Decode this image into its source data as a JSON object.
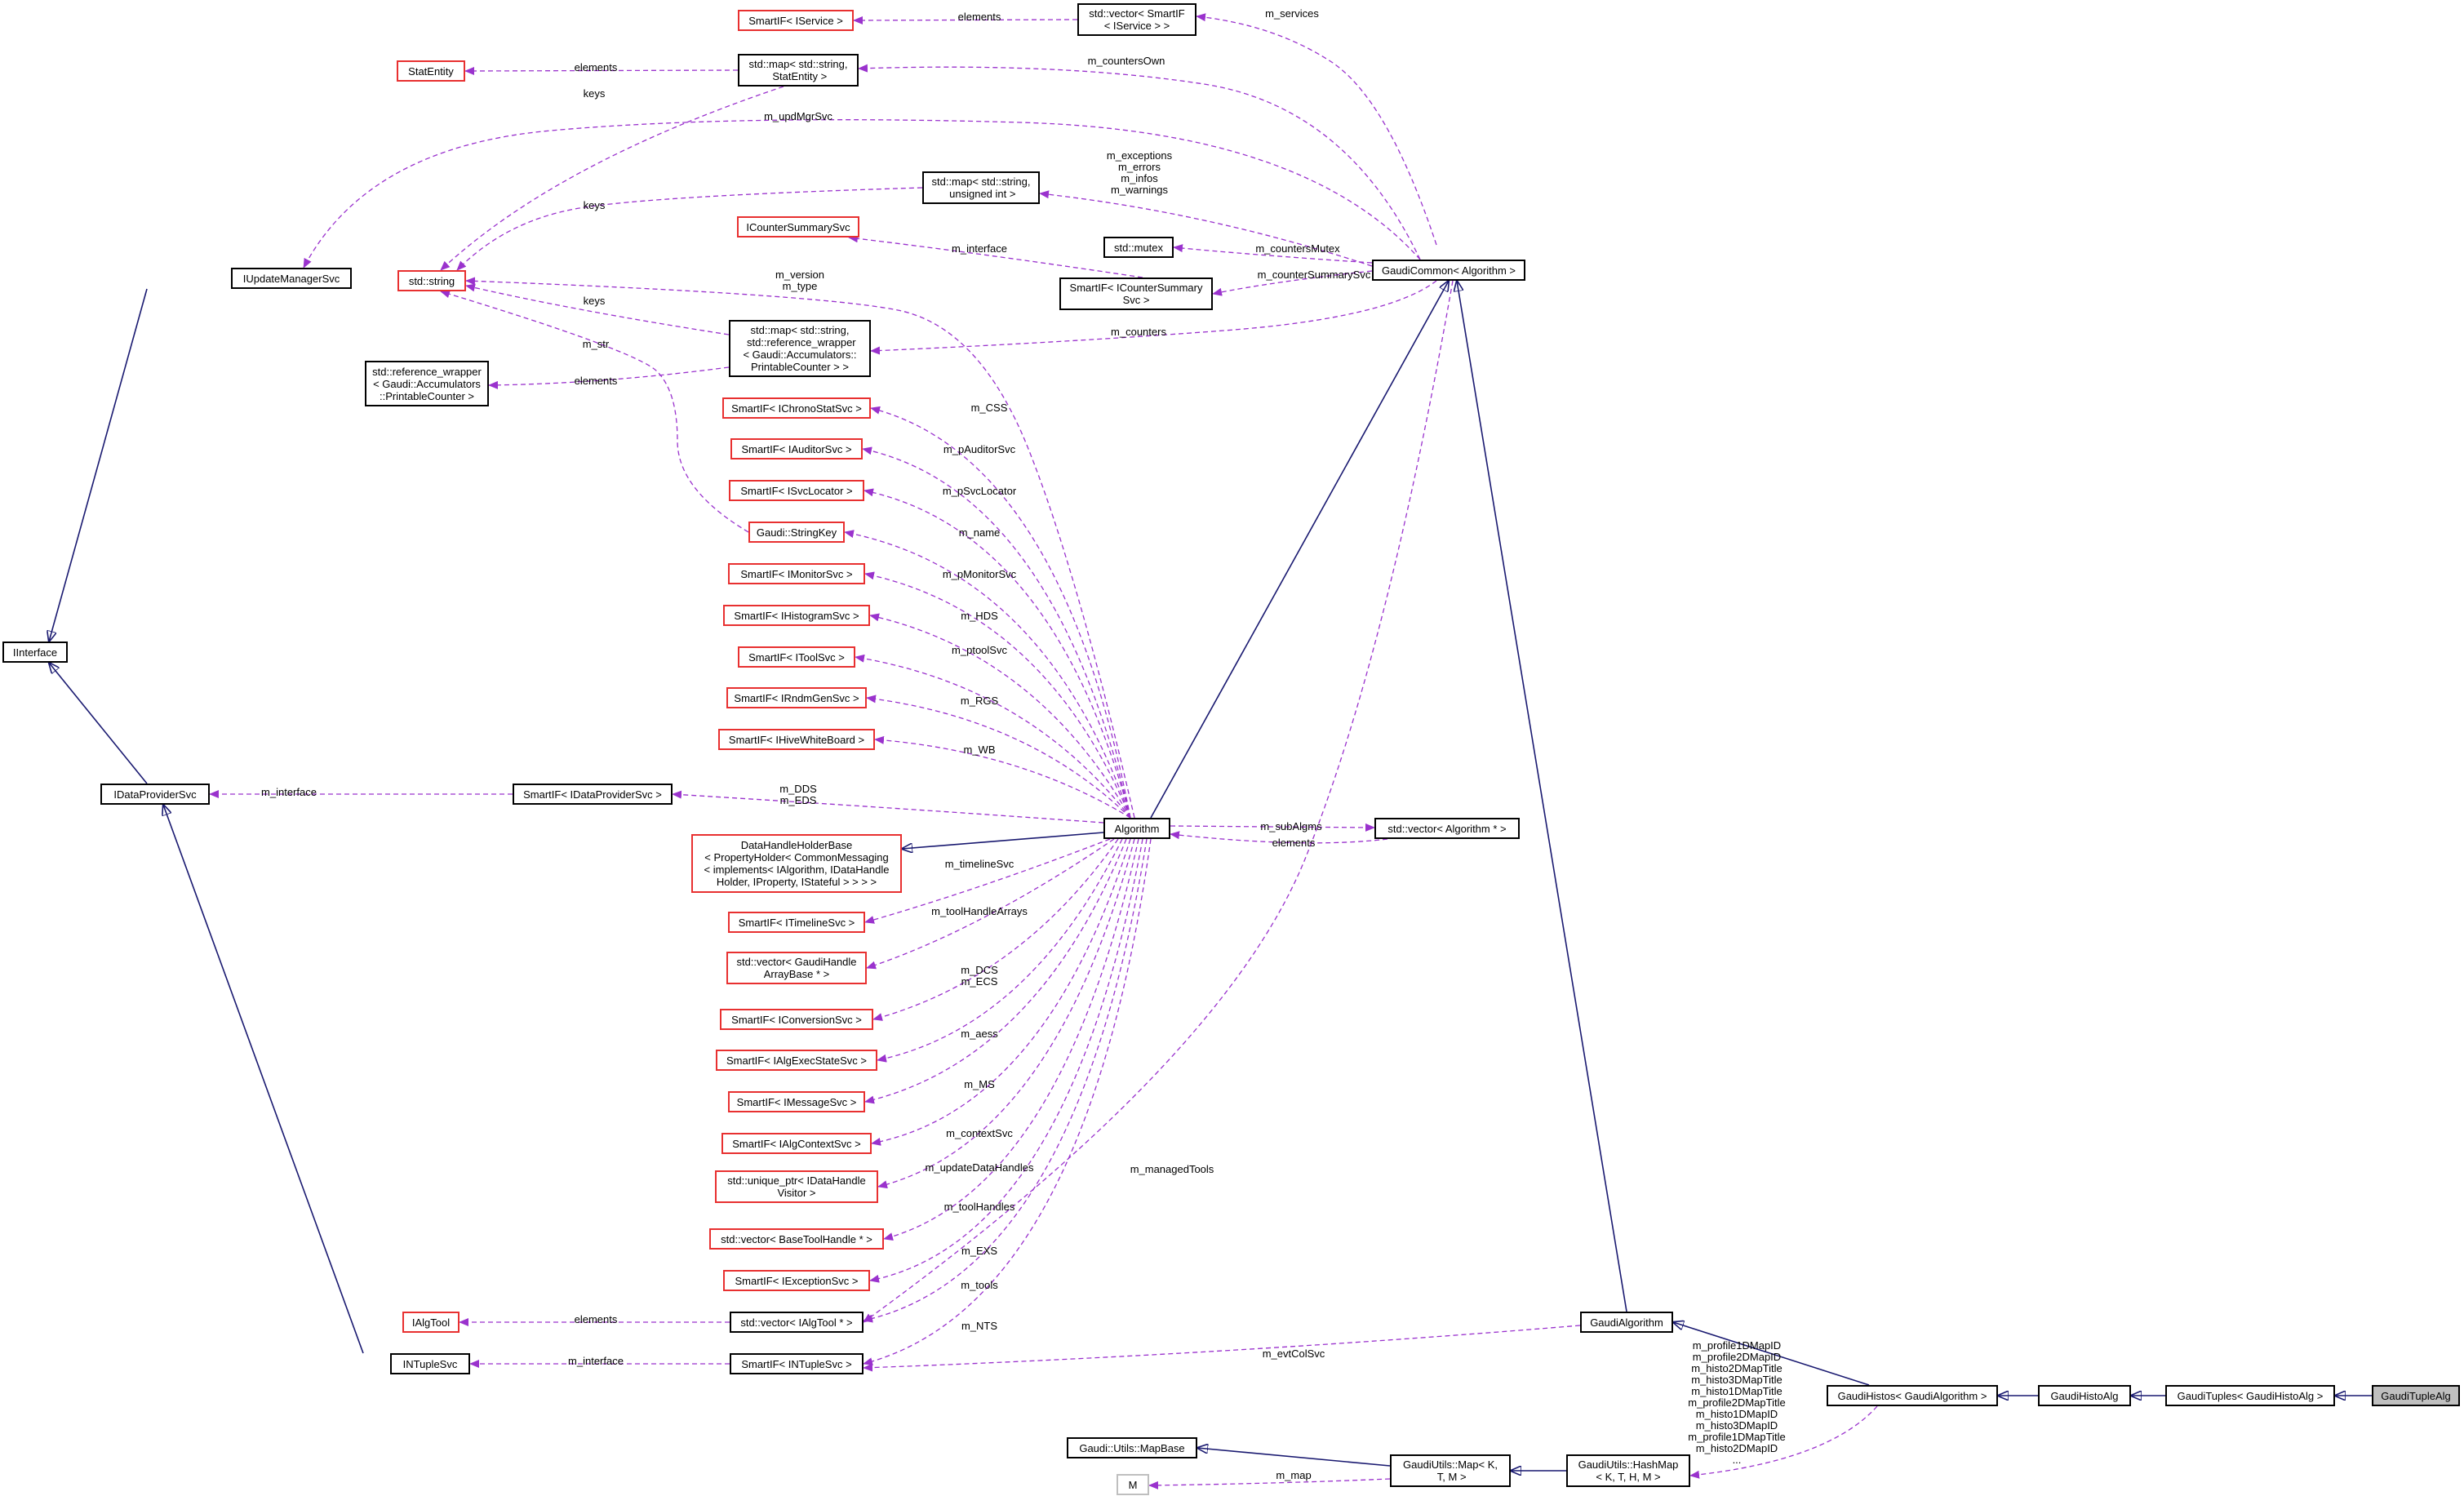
{
  "nodes": [
    {
      "id": "smartif_iservice",
      "label": "SmartIF< IService >",
      "style": "red"
    },
    {
      "id": "vec_smartif_iservice",
      "label": "std::vector< SmartIF\n< IService > >",
      "style": "normal"
    },
    {
      "id": "statentity",
      "label": "StatEntity",
      "style": "red"
    },
    {
      "id": "map_string_statentity",
      "label": "std::map< std::string,\n StatEntity >",
      "style": "normal"
    },
    {
      "id": "map_string_uint",
      "label": "std::map< std::string,\n unsigned int >",
      "style": "normal"
    },
    {
      "id": "icountersummarysvc",
      "label": "ICounterSummarySvc",
      "style": "red"
    },
    {
      "id": "std_mutex",
      "label": "std::mutex",
      "style": "normal"
    },
    {
      "id": "gaudicommon",
      "label": "GaudiCommon< Algorithm >",
      "style": "normal"
    },
    {
      "id": "smartif_icountersummarysvc",
      "label": "SmartIF< ICounterSummary\nSvc >",
      "style": "normal"
    },
    {
      "id": "iupdatemanagersvc",
      "label": "IUpdateManagerSvc",
      "style": "normal"
    },
    {
      "id": "std_string",
      "label": "std::string",
      "style": "red"
    },
    {
      "id": "map_string_refwrapper",
      "label": "std::map< std::string,\n std::reference_wrapper\n< Gaudi::Accumulators::\nPrintableCounter > >",
      "style": "normal"
    },
    {
      "id": "refwrapper",
      "label": "std::reference_wrapper\n< Gaudi::Accumulators\n::PrintableCounter >",
      "style": "normal"
    },
    {
      "id": "smartif_ichronostatsvc",
      "label": "SmartIF< IChronoStatSvc >",
      "style": "red"
    },
    {
      "id": "smartif_iauditorsvc",
      "label": "SmartIF< IAuditorSvc >",
      "style": "red"
    },
    {
      "id": "smartif_isvclocator",
      "label": "SmartIF< ISvcLocator >",
      "style": "red"
    },
    {
      "id": "stringkey",
      "label": "Gaudi::StringKey",
      "style": "red"
    },
    {
      "id": "smartif_imonitorsvc",
      "label": "SmartIF< IMonitorSvc >",
      "style": "red"
    },
    {
      "id": "smartif_ihistogramsvc",
      "label": "SmartIF< IHistogramSvc >",
      "style": "red"
    },
    {
      "id": "smartif_itoolsvc",
      "label": "SmartIF< IToolSvc >",
      "style": "red"
    },
    {
      "id": "smartif_irndmgensvc",
      "label": "SmartIF< IRndmGenSvc >",
      "style": "red"
    },
    {
      "id": "smartif_ihivewhiteboard",
      "label": "SmartIF< IHiveWhiteBoard >",
      "style": "red"
    },
    {
      "id": "iinterface",
      "label": "IInterface",
      "style": "normal"
    },
    {
      "id": "idataprovidersvc",
      "label": "IDataProviderSvc",
      "style": "normal"
    },
    {
      "id": "smartif_idataprovidersvc",
      "label": "SmartIF< IDataProviderSvc >",
      "style": "normal"
    },
    {
      "id": "algorithm",
      "label": "Algorithm",
      "style": "normal"
    },
    {
      "id": "vec_algorithm_ptr",
      "label": "std::vector< Algorithm * >",
      "style": "normal"
    },
    {
      "id": "datahandleholderbase",
      "label": "DataHandleHolderBase\n< PropertyHolder< CommonMessaging\n< implements< IAlgorithm, IDataHandle\nHolder, IProperty, IStateful > > > >",
      "style": "red"
    },
    {
      "id": "smartif_itimelinesvc",
      "label": "SmartIF< ITimelineSvc >",
      "style": "red"
    },
    {
      "id": "vec_gaudihandlearraybase",
      "label": "std::vector< GaudiHandle\nArrayBase * >",
      "style": "red"
    },
    {
      "id": "smartif_iconversionsvc",
      "label": "SmartIF< IConversionSvc >",
      "style": "red"
    },
    {
      "id": "smartif_ialgexecstatesvc",
      "label": "SmartIF< IAlgExecStateSvc >",
      "style": "red"
    },
    {
      "id": "smartif_imessagesvc",
      "label": "SmartIF< IMessageSvc >",
      "style": "red"
    },
    {
      "id": "smartif_ialgcontextsvc",
      "label": "SmartIF< IAlgContextSvc >",
      "style": "red"
    },
    {
      "id": "uniqueptr_idatahandlevisitor",
      "label": "std::unique_ptr< IDataHandle\nVisitor >",
      "style": "red"
    },
    {
      "id": "vec_basetoolhandle",
      "label": "std::vector< BaseToolHandle * >",
      "style": "red"
    },
    {
      "id": "smartif_iexceptionsvc",
      "label": "SmartIF< IExceptionSvc >",
      "style": "red"
    },
    {
      "id": "ialgtool",
      "label": "IAlgTool",
      "style": "red"
    },
    {
      "id": "vec_ialgtool",
      "label": "std::vector< IAlgTool * >",
      "style": "normal"
    },
    {
      "id": "gaudialgorithm",
      "label": "GaudiAlgorithm",
      "style": "normal"
    },
    {
      "id": "intuplesvc",
      "label": "INTupleSvc",
      "style": "normal"
    },
    {
      "id": "smartif_intuplesvc",
      "label": "SmartIF< INTupleSvc >",
      "style": "normal"
    },
    {
      "id": "gaudihistos",
      "label": "GaudiHistos< GaudiAlgorithm >",
      "style": "normal"
    },
    {
      "id": "gaudihistoalg",
      "label": "GaudiHistoAlg",
      "style": "normal"
    },
    {
      "id": "gaudituples",
      "label": "GaudiTuples< GaudiHistoAlg >",
      "style": "normal"
    },
    {
      "id": "gaudituplealg",
      "label": "GaudiTupleAlg",
      "style": "current"
    },
    {
      "id": "mapbase",
      "label": "Gaudi::Utils::MapBase",
      "style": "normal"
    },
    {
      "id": "gaudiutils_map",
      "label": "GaudiUtils::Map< K,\n T, M >",
      "style": "normal"
    },
    {
      "id": "gaudiutils_hashmap",
      "label": "GaudiUtils::HashMap\n< K, T, H, M >",
      "style": "normal"
    },
    {
      "id": "m_node",
      "label": "M",
      "style": "grey"
    }
  ],
  "edges": [
    {
      "id": "e_elements_iservice",
      "label": "elements"
    },
    {
      "id": "e_m_services",
      "label": "m_services"
    },
    {
      "id": "e_elements_statentity",
      "label": "elements"
    },
    {
      "id": "e_keys_statentity",
      "label": "keys"
    },
    {
      "id": "e_m_countersown",
      "label": "m_countersOwn"
    },
    {
      "id": "e_m_updmgrsvc",
      "label": "m_updMgrSvc"
    },
    {
      "id": "e_keys_uint",
      "label": "keys"
    },
    {
      "id": "e_m_exceptions",
      "label": "m_exceptions\nm_errors\nm_infos\nm_warnings"
    },
    {
      "id": "e_m_interface_counter",
      "label": "m_interface"
    },
    {
      "id": "e_m_countersmutex",
      "label": "m_countersMutex"
    },
    {
      "id": "e_m_countersummarysvc",
      "label": "m_counterSummarySvc"
    },
    {
      "id": "e_m_version",
      "label": "m_version\nm_type"
    },
    {
      "id": "e_keys_refwrapper",
      "label": "keys"
    },
    {
      "id": "e_m_str",
      "label": "m_str"
    },
    {
      "id": "e_m_counters",
      "label": "m_counters"
    },
    {
      "id": "e_elements_refwrapper",
      "label": "elements"
    },
    {
      "id": "e_m_css",
      "label": "m_CSS"
    },
    {
      "id": "e_m_pauditorsvc",
      "label": "m_pAuditorSvc"
    },
    {
      "id": "e_m_psvclocator",
      "label": "m_pSvcLocator"
    },
    {
      "id": "e_m_name",
      "label": "m_name"
    },
    {
      "id": "e_m_pmonitorsvc",
      "label": "m_pMonitorSvc"
    },
    {
      "id": "e_m_hds",
      "label": "m_HDS"
    },
    {
      "id": "e_m_ptoolsvc",
      "label": "m_ptoolSvc"
    },
    {
      "id": "e_m_rgs",
      "label": "m_RGS"
    },
    {
      "id": "e_m_wb",
      "label": "m_WB"
    },
    {
      "id": "e_m_interface_dp",
      "label": "m_interface"
    },
    {
      "id": "e_m_dds",
      "label": "m_DDS\nm_EDS"
    },
    {
      "id": "e_m_subalgms",
      "label": "m_subAlgms"
    },
    {
      "id": "e_elements_algorithm",
      "label": "elements"
    },
    {
      "id": "e_m_timelinesvc",
      "label": "m_timelineSvc"
    },
    {
      "id": "e_m_toolhandlearrays",
      "label": "m_toolHandleArrays"
    },
    {
      "id": "e_m_dcs",
      "label": "m_DCS\nm_ECS"
    },
    {
      "id": "e_m_aess",
      "label": "m_aess"
    },
    {
      "id": "e_m_ms",
      "label": "m_MS"
    },
    {
      "id": "e_m_contextsvc",
      "label": "m_contextSvc"
    },
    {
      "id": "e_m_updatedatahandles",
      "label": "m_updateDataHandles"
    },
    {
      "id": "e_m_managedtools",
      "label": "m_managedTools"
    },
    {
      "id": "e_m_toolhandles",
      "label": "m_toolHandles"
    },
    {
      "id": "e_m_exs",
      "label": "m_EXS"
    },
    {
      "id": "e_m_tools",
      "label": "m_tools"
    },
    {
      "id": "e_m_nts",
      "label": "m_NTS"
    },
    {
      "id": "e_elements_ialgtool",
      "label": "elements"
    },
    {
      "id": "e_m_interface_ntuple",
      "label": "m_interface"
    },
    {
      "id": "e_m_evtcolsvc",
      "label": "m_evtColSvc"
    },
    {
      "id": "e_m_profile",
      "label": "m_profile1DMapID\nm_profile2DMapID\nm_histo2DMapTitle\nm_histo3DMapTitle\nm_histo1DMapTitle\nm_profile2DMapTitle\nm_histo1DMapID\nm_histo3DMapID\nm_profile1DMapTitle\nm_histo2DMapID\n..."
    },
    {
      "id": "e_m_map",
      "label": "m_map"
    }
  ],
  "colors": {
    "inherit": "#191970",
    "usage": "#9a32cd",
    "red_border": "#e83030",
    "grey_border": "#bfbfbf",
    "current_fill": "#bfbfbf"
  }
}
